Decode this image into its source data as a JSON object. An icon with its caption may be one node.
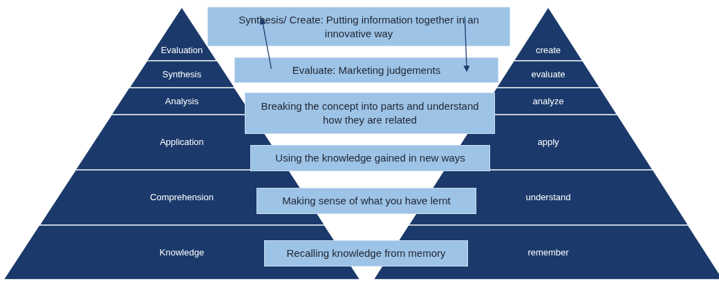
{
  "diagram": {
    "nodes": [
      {
        "text": [
          "Evaluation"
        ]
      },
      {
        "text": [
          "Synthesis"
        ]
      },
      {
        "text": [
          "Analysis"
        ]
      },
      {
        "text": [
          "Application"
        ]
      },
      {
        "text": [
          "Comprehension"
        ]
      },
      {
        "text": [
          "Knowledge"
        ]
      },
      {
        "text": [
          "Synthesis/ Create: Putting information together in an innovative way"
        ]
      },
      {
        "text": [
          "Evaluate: Marketing judgements"
        ]
      },
      {
        "text": [
          "Breaking the concept into parts and understand how they are related"
        ]
      },
      {
        "text": [
          "Using the knowledge gained in new ways"
        ]
      },
      {
        "text": [
          "Making sense of what you have lernt"
        ]
      },
      {
        "text": [
          "Recalling knowledge from memory"
        ]
      },
      {
        "text": [
          "create"
        ]
      },
      {
        "text": [
          "evaluate"
        ]
      },
      {
        "text": [
          "analyze"
        ]
      },
      {
        "text": [
          "apply"
        ]
      },
      {
        "text": [
          "understand"
        ]
      },
      {
        "text": [
          "remember"
        ]
      }
    ],
    "edges": [
      {
        "from": 7,
        "to": 6,
        "arrow": "to"
      },
      {
        "from": 6,
        "to": 7,
        "arrow": "to"
      }
    ]
  }
}
